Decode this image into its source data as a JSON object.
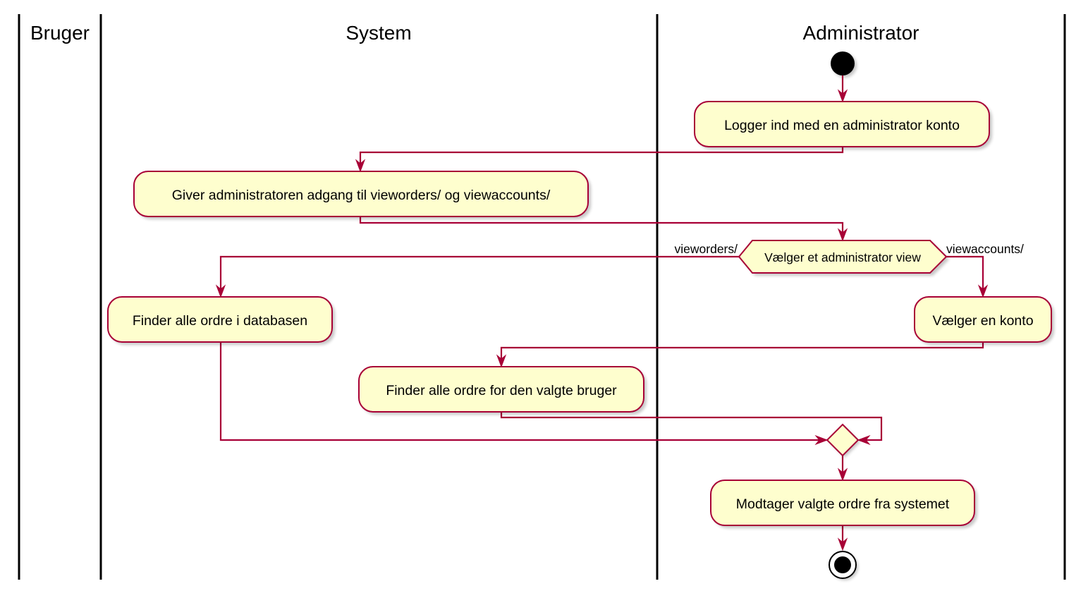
{
  "swimlanes": [
    {
      "title": "Bruger"
    },
    {
      "title": "System"
    },
    {
      "title": "Administrator"
    }
  ],
  "activities": {
    "login": "Logger ind med en administrator konto",
    "grant_access": "Giver administratoren adgang til vieworders/ og viewaccounts/",
    "find_all_orders": "Finder alle ordre i databasen",
    "choose_account": "Vælger en konto",
    "find_user_orders": "Finder alle ordre for den valgte bruger",
    "receive_orders": "Modtager valgte ordre fra systemet"
  },
  "decision": {
    "label": "Vælger et administrator view",
    "left_guard": "vieworders/",
    "right_guard": "viewaccounts/"
  },
  "colors": {
    "activity_fill": "#FEFECE",
    "arrow": "#A80036",
    "lane_border": "#000000"
  }
}
